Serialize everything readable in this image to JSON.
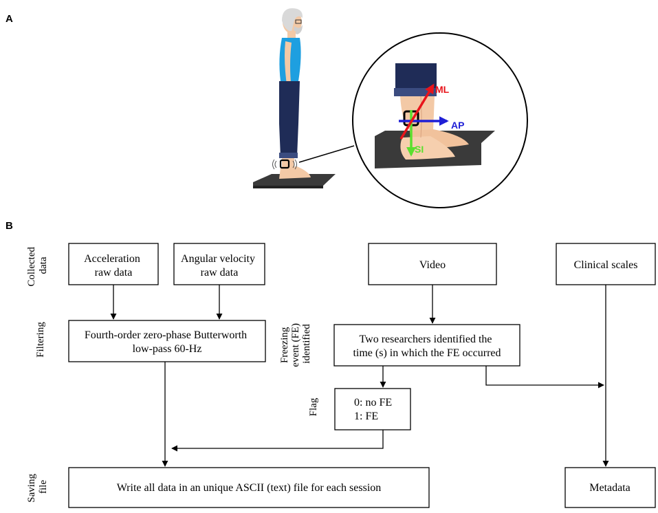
{
  "panel_a": {
    "label": "A",
    "axes": [
      {
        "name": "ML",
        "color": "#e8141b"
      },
      {
        "name": "AP",
        "color": "#1f1fd6"
      },
      {
        "name": "SI",
        "color": "#5be02e"
      }
    ]
  },
  "panel_b": {
    "label": "B",
    "row_labels": {
      "collected": [
        "Collected",
        "data"
      ],
      "filtering": [
        "Filtering"
      ],
      "freezing": [
        "Freezing",
        "event (FE)",
        "identified"
      ],
      "flag": [
        "Flag"
      ],
      "saving": [
        "Saving",
        "file"
      ]
    },
    "boxes": {
      "acceleration": [
        "Acceleration",
        "raw data"
      ],
      "angular": [
        "Angular velocity",
        "raw data"
      ],
      "video": [
        "Video"
      ],
      "clinical": [
        "Clinical scales"
      ],
      "butterworth": [
        "Fourth-order zero-phase Butterworth",
        "low-pass 60-Hz"
      ],
      "researchers": [
        "Two researchers identified the",
        "time (s) in which the FE occurred"
      ],
      "flag": [
        "0: no FE",
        "1: FE"
      ],
      "write": [
        "Write all data in an unique ASCII (text) file for each session"
      ],
      "metadata": [
        "Metadata"
      ]
    }
  },
  "colors": {
    "ml": "#e8141b",
    "ap": "#1f1fd6",
    "si": "#5be02e",
    "shirt": "#1e9fe0",
    "pants": "#1f2c57",
    "skin": "#f3c9a6",
    "platform": "#3a3a3a"
  }
}
